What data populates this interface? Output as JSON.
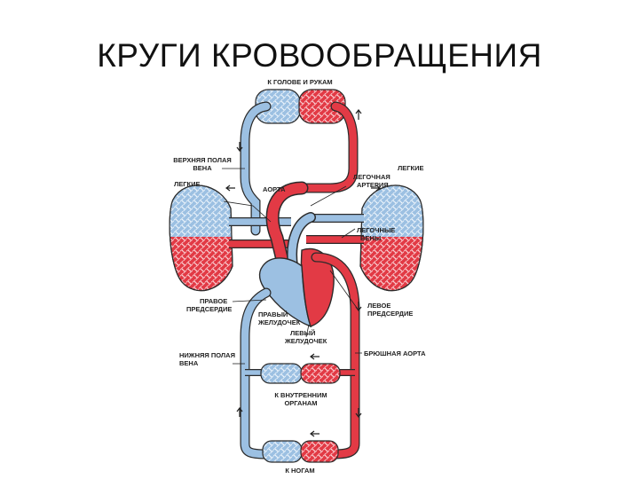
{
  "title": "КРУГИ КРОВООБРАЩЕНИЯ",
  "colors": {
    "arterial": "#e23a45",
    "arterial_light": "#f2a0a6",
    "venous": "#8fb6dc",
    "venous_light": "#c6dcf0",
    "outline": "#2b2b2b"
  },
  "labels": {
    "to_head_arms": "К ГОЛОВЕ И РУКАМ",
    "superior_vena_cava_1": "ВЕРХНЯЯ ПОЛАЯ",
    "superior_vena_cava_2": "ВЕНА",
    "lungs_left": "ЛЕГКИЕ",
    "lungs_right": "ЛЕГКИЕ",
    "aorta": "АОРТА",
    "pulmonary_artery_1": "ЛЕГОЧНАЯ",
    "pulmonary_artery_2": "АРТЕРИЯ",
    "pulmonary_veins_1": "ЛЕГОЧНЫЕ",
    "pulmonary_veins_2": "ВЕНЫ",
    "right_atrium_1": "ПРАВОЕ",
    "right_atrium_2": "ПРЕДСЕРДИЕ",
    "right_ventricle_1": "ПРАВЫЙ",
    "right_ventricle_2": "ЖЕЛУДОЧЕК",
    "left_atrium_1": "ЛЕВОЕ",
    "left_atrium_2": "ПРЕДСЕРДИЕ",
    "left_ventricle_1": "ЛЕВЫЙ",
    "left_ventricle_2": "ЖЕЛУДОЧЕК",
    "inferior_vena_cava_1": "НИЖНЯЯ ПОЛАЯ",
    "inferior_vena_cava_2": "ВЕНА",
    "abdominal_aorta": "БРЮШНАЯ АОРТА",
    "to_internal_organs_1": "К ВНУТРЕННИМ",
    "to_internal_organs_2": "ОРГАНАМ",
    "to_legs": "К НОГАМ"
  }
}
